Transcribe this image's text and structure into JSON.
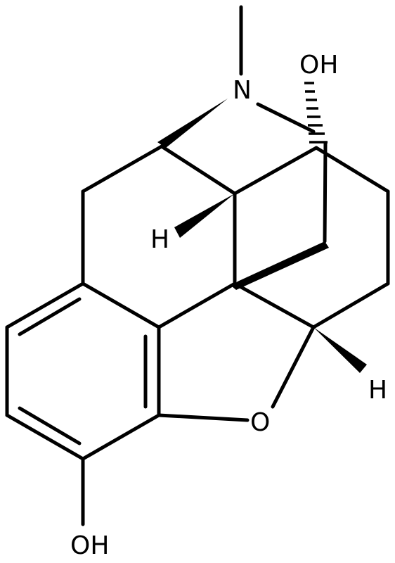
{
  "molecule": {
    "atom_labels": {
      "nitrogen": "N",
      "oxygen_ring": "O",
      "hydroxyl_top": "OH",
      "hydroxyl_bottom": "OH",
      "hydrogen_left": "H",
      "hydrogen_right": "H"
    },
    "colors": {
      "bond": "#000000",
      "label": "#000000",
      "background": "#ffffff"
    }
  }
}
